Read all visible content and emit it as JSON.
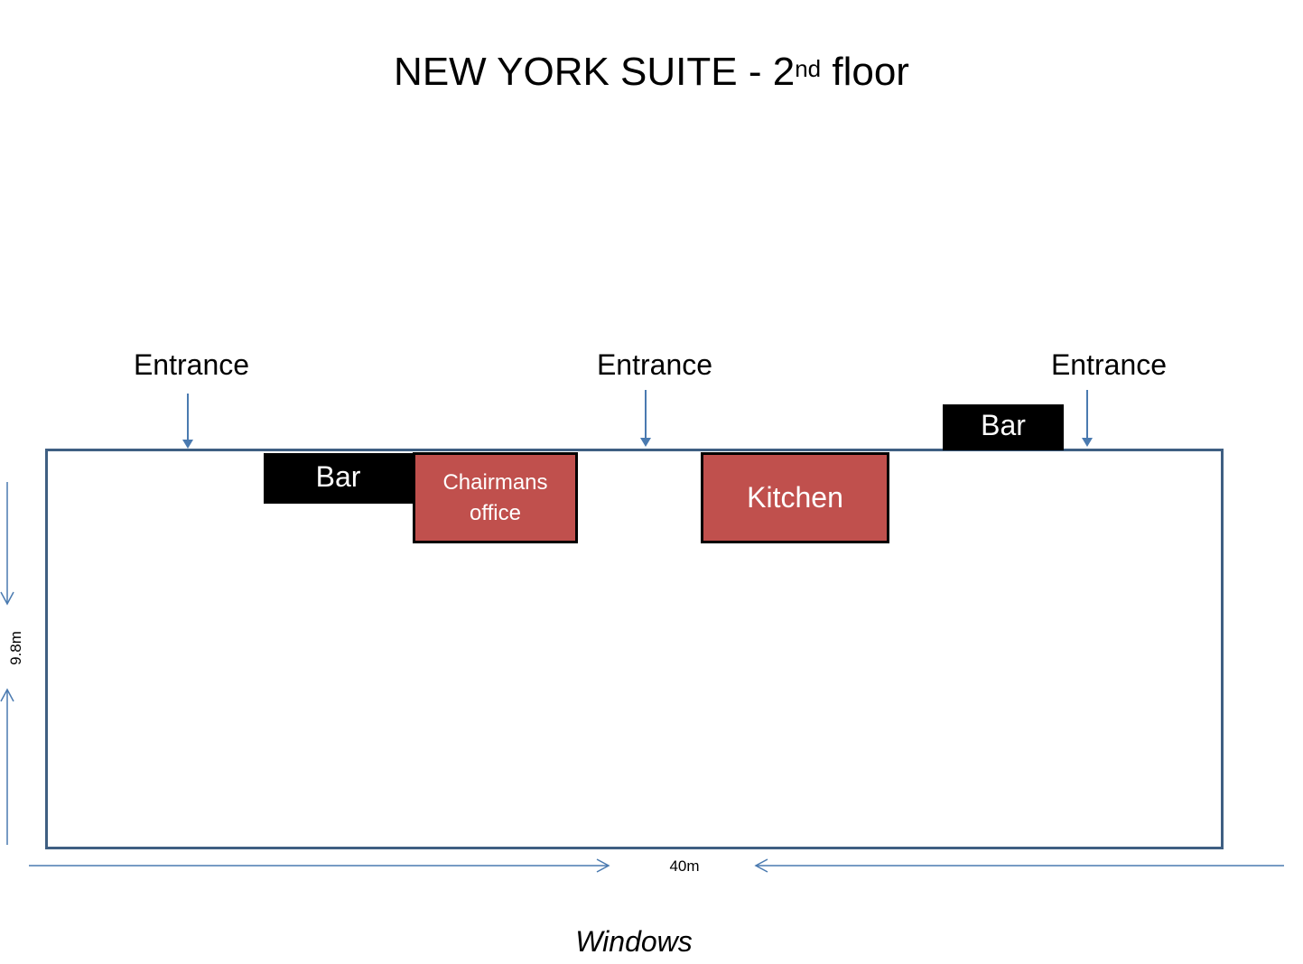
{
  "title": {
    "main": "NEW YORK SUITE - 2",
    "superscript": "nd",
    "suffix": " floor"
  },
  "entrances": [
    "Entrance",
    "Entrance",
    "Entrance"
  ],
  "bars": [
    "Bar",
    "Bar"
  ],
  "rooms": {
    "chairmans_office_line1": "Chairmans",
    "chairmans_office_line2": "office",
    "kitchen": "Kitchen"
  },
  "dimensions": {
    "height": "9.8m",
    "width": "40m"
  },
  "footer": {
    "windows": "Windows"
  },
  "colors": {
    "outline": "#3f5f82",
    "arrow": "#4a7ab0",
    "room_fill": "#c0504d",
    "bar_fill": "#000000"
  },
  "icons": {
    "entrance_arrow": "arrow-down",
    "dimension_arrow": "open-arrow"
  }
}
